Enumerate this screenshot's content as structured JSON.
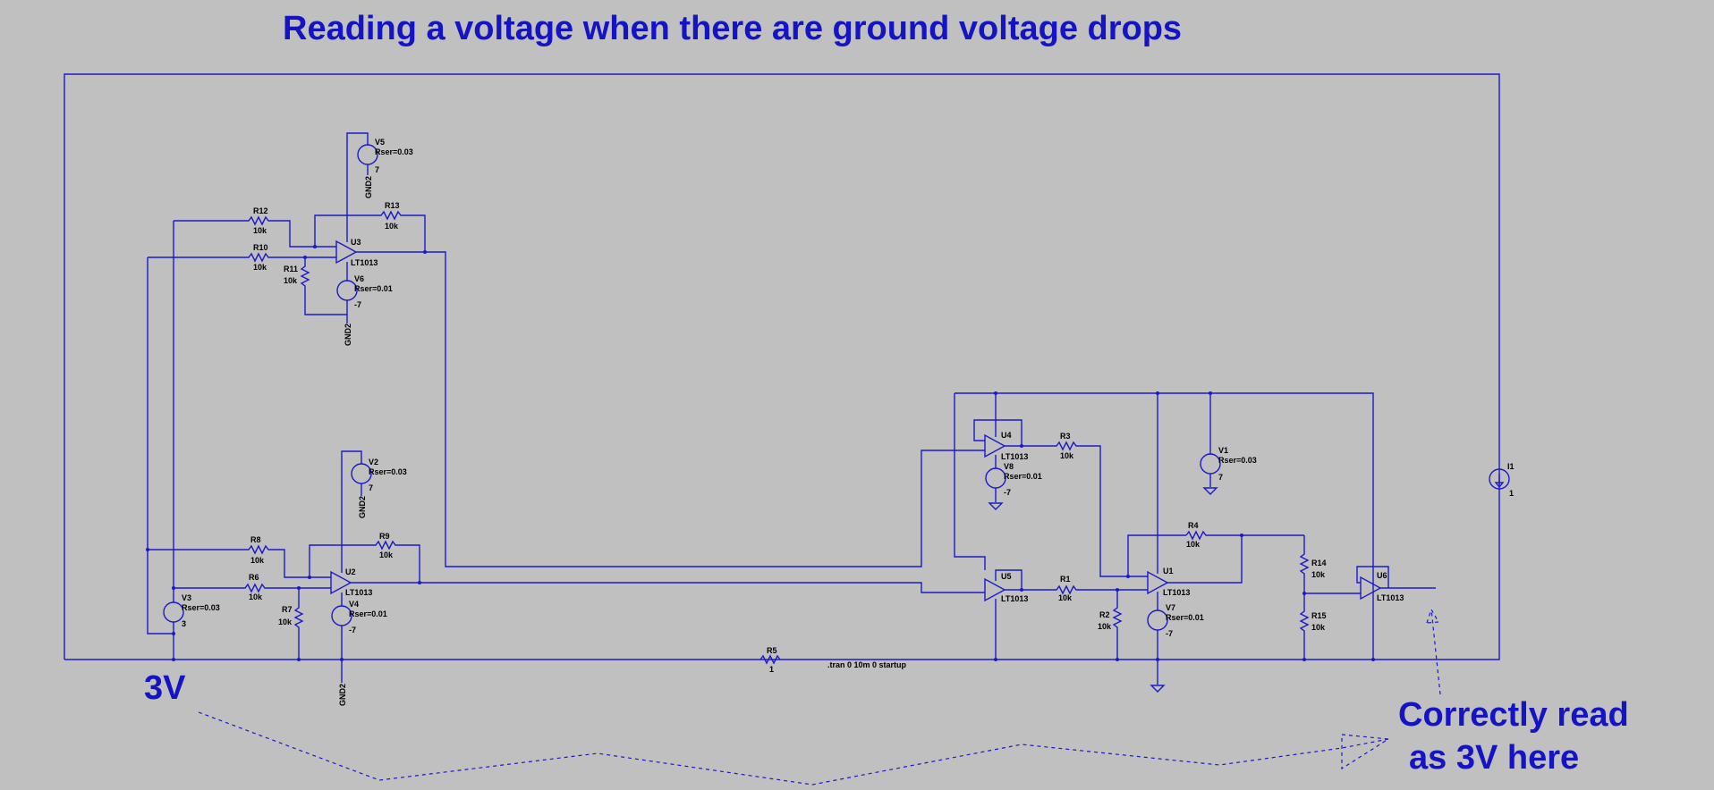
{
  "title": "Reading a voltage when there are ground voltage drops",
  "annotation_left": "3V",
  "annotation_right_line1": "Correctly read",
  "annotation_right_line2": "as 3V  here",
  "directive": ".tran 0 10m 0 startup",
  "colors": {
    "wire": "#1a1ac8",
    "text": "#1414c4",
    "background": "#c0c0c0"
  },
  "components": {
    "R12": {
      "name": "R12",
      "value": "10k"
    },
    "R10": {
      "name": "R10",
      "value": "10k"
    },
    "R11": {
      "name": "R11",
      "value": "10k"
    },
    "R13": {
      "name": "R13",
      "value": "10k"
    },
    "R8": {
      "name": "R8",
      "value": "10k"
    },
    "R6": {
      "name": "R6",
      "value": "10k"
    },
    "R7": {
      "name": "R7",
      "value": "10k"
    },
    "R9": {
      "name": "R9",
      "value": "10k"
    },
    "R3": {
      "name": "R3",
      "value": "10k"
    },
    "R1": {
      "name": "R1",
      "value": "10k"
    },
    "R2": {
      "name": "R2",
      "value": "10k"
    },
    "R4": {
      "name": "R4",
      "value": "10k"
    },
    "R14": {
      "name": "R14",
      "value": "10k"
    },
    "R15": {
      "name": "R15",
      "value": "10k"
    },
    "R5": {
      "name": "R5",
      "value": "1"
    },
    "U3": {
      "name": "U3",
      "model": "LT1013"
    },
    "U2": {
      "name": "U2",
      "model": "LT1013"
    },
    "U4": {
      "name": "U4",
      "model": "LT1013"
    },
    "U5": {
      "name": "U5",
      "model": "LT1013"
    },
    "U1": {
      "name": "U1",
      "model": "LT1013"
    },
    "U6": {
      "name": "U6",
      "model": "LT1013"
    },
    "V5": {
      "name": "V5",
      "rser": "Rser=0.03",
      "value": "7"
    },
    "V6": {
      "name": "V6",
      "rser": "Rser=0.01",
      "value": "-7"
    },
    "V2": {
      "name": "V2",
      "rser": "Rser=0.03",
      "value": "7"
    },
    "V4": {
      "name": "V4",
      "rser": "Rser=0.01",
      "value": "-7"
    },
    "V3": {
      "name": "V3",
      "rser": "Rser=0.03",
      "value": "3"
    },
    "V8": {
      "name": "V8",
      "rser": "Rser=0.01",
      "value": "-7"
    },
    "V1": {
      "name": "V1",
      "rser": "Rser=0.03",
      "value": "7"
    },
    "V7": {
      "name": "V7",
      "rser": "Rser=0.01",
      "value": "-7"
    },
    "I1": {
      "name": "I1",
      "value": "1"
    }
  },
  "net_labels": {
    "gnd2": "GND2"
  }
}
